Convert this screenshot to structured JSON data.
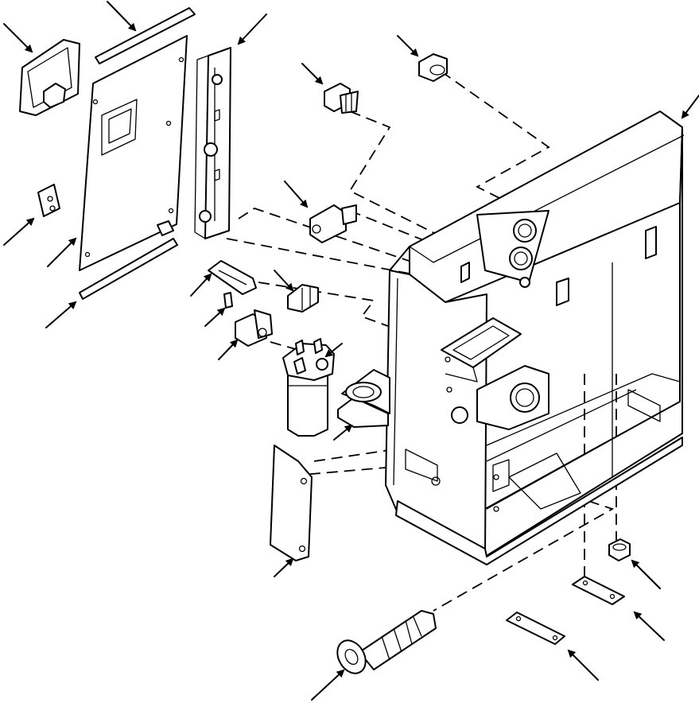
{
  "figure": {
    "description_colors": {
      "ink": "#000000",
      "paper": "#ffffff"
    },
    "callout_arrows": [
      "arrow-top-left",
      "arrow-gasket-strip-top",
      "arrow-hinge-bracket",
      "arrow-breather-plug",
      "arrow-top-cap",
      "arrow-tank-body",
      "arrow-small-clip",
      "arrow-side-panel",
      "arrow-bottom-strip",
      "arrow-slotted-plate",
      "arrow-elbow-fitting",
      "arrow-set-screw",
      "arrow-straight-adapter",
      "arrow-inline-fitting",
      "arrow-filter-head",
      "arrow-filter-bracket",
      "arrow-cover-plate",
      "arrow-drain-plug",
      "arrow-shim-right",
      "arrow-shim-center",
      "arrow-suction-strainer"
    ]
  }
}
